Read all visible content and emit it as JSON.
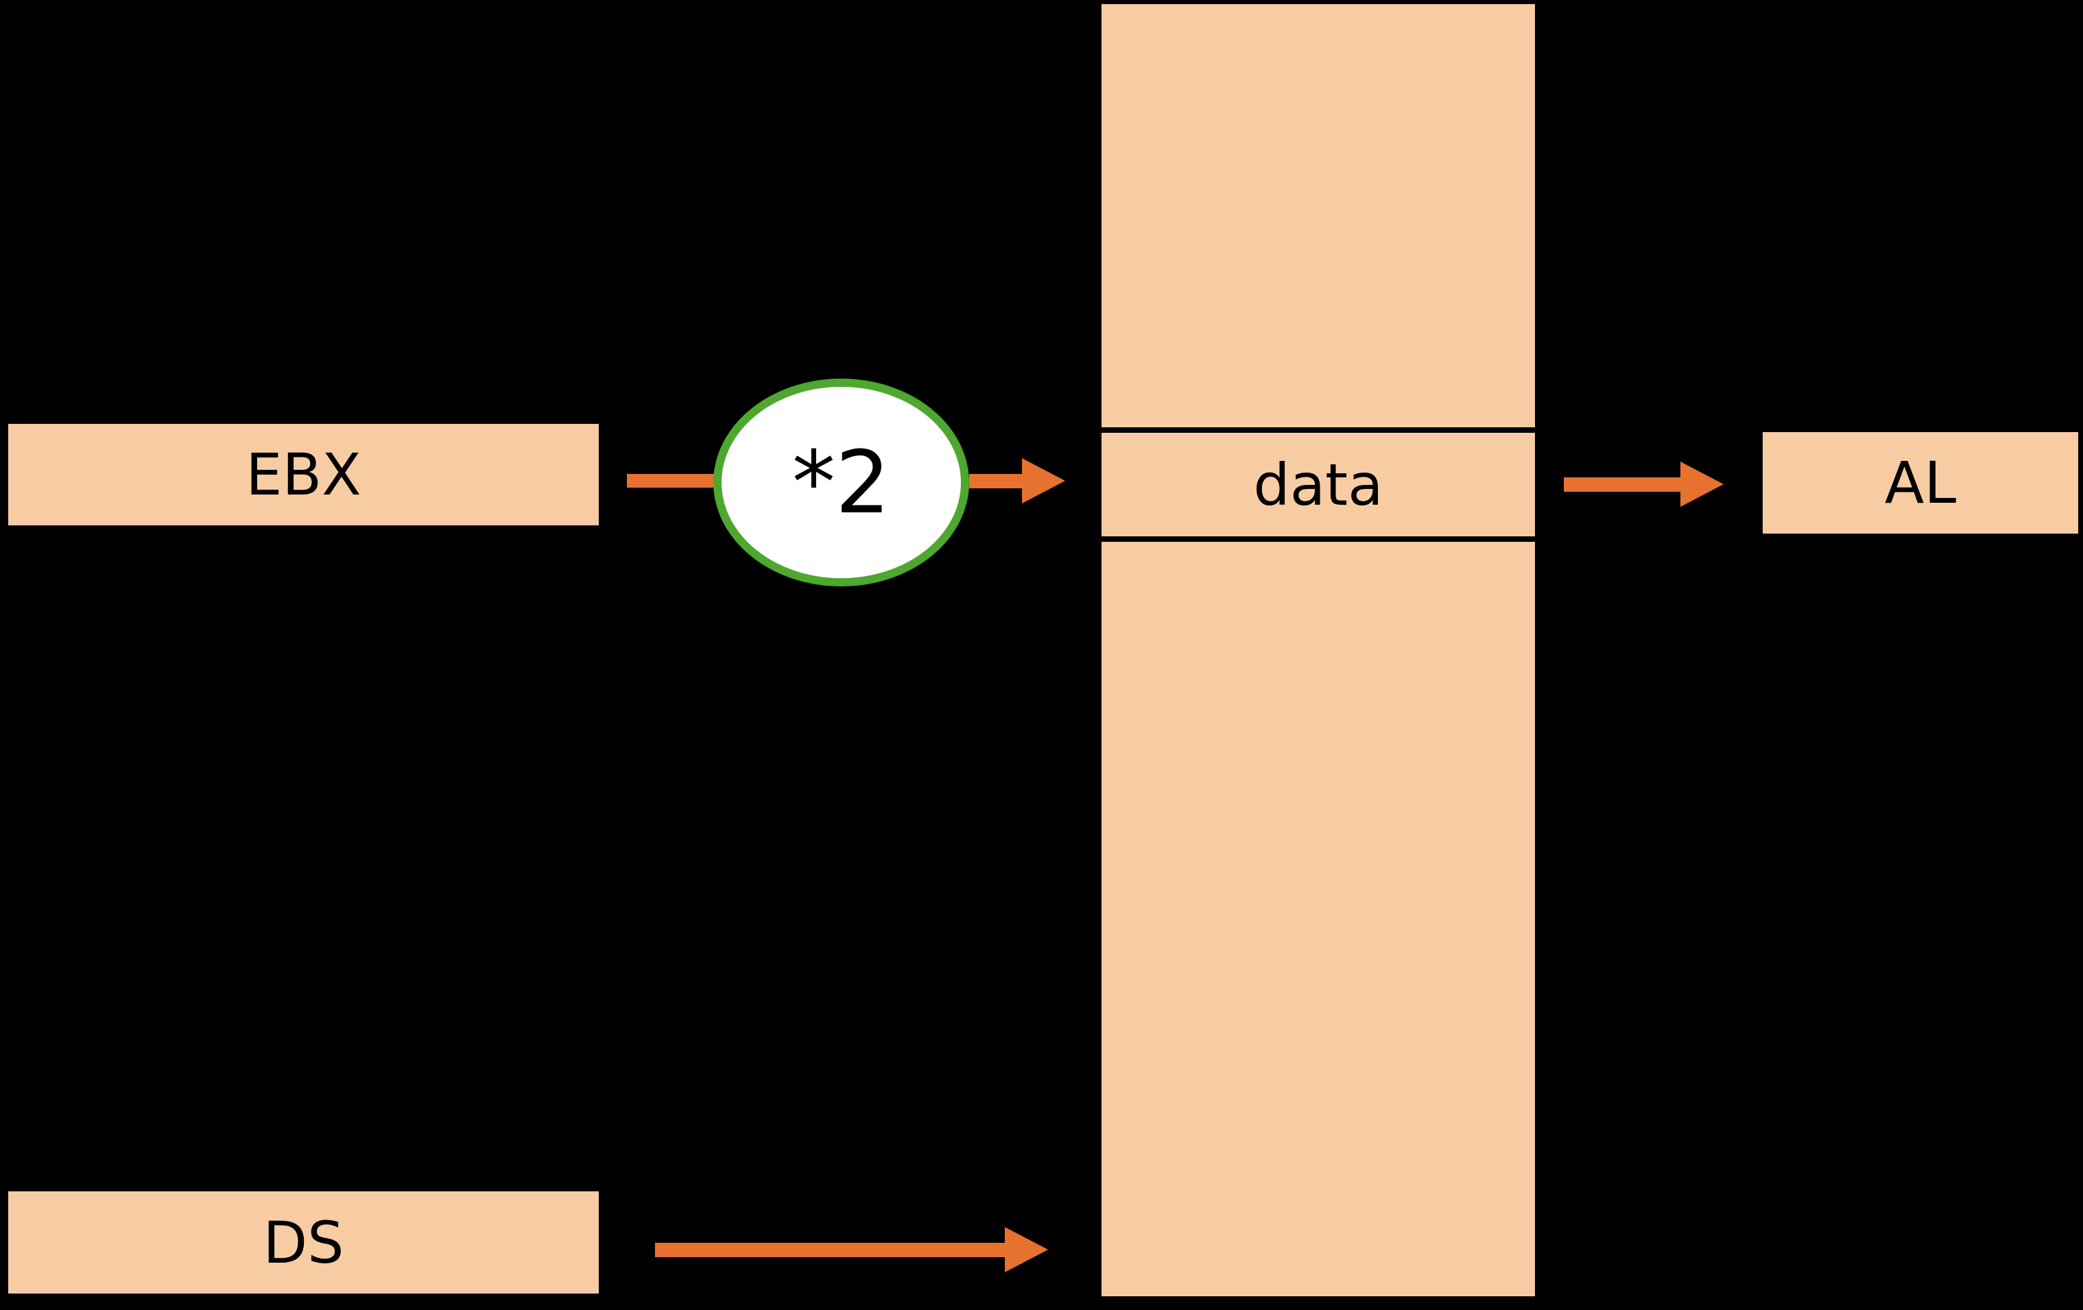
{
  "diagram": {
    "nodes": {
      "ebx": {
        "label": "EBX"
      },
      "multiplier": {
        "label": "*2"
      },
      "memory_data_cell": {
        "label": "data"
      },
      "al": {
        "label": "AL"
      },
      "ds": {
        "label": "DS"
      }
    }
  },
  "colors": {
    "background": "#000000",
    "box_fill": "#F8CCA3",
    "arrow": "#E7712F",
    "circle_border": "#4EA72E",
    "circle_fill": "#FFFFFF",
    "divider": "#000000",
    "text": "#000000"
  }
}
